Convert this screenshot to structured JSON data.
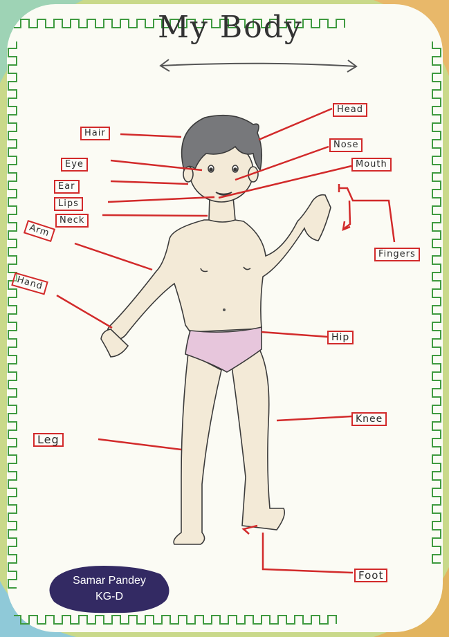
{
  "title": "My Body",
  "labels": {
    "head": "Head",
    "hair": "Hair",
    "nose": "Nose",
    "mouth": "Mouth",
    "eye": "Eye",
    "ear": "Ear",
    "lips": "Lips",
    "neck": "Neck",
    "arm": "Arm",
    "fingers": "Fingers",
    "hand": "Hand",
    "hip": "Hip",
    "knee": "Knee",
    "leg": "Leg",
    "foot": "Foot"
  },
  "badge": {
    "name": "Samar Pandey",
    "class": "KG-D"
  },
  "colors": {
    "label_border": "#d22a2a",
    "pointer_line": "#d22a2a",
    "frame_green": "#3f9a3f",
    "badge_bg": "#332a63",
    "skin": "#f3ead7",
    "hair": "#77787b",
    "underwear": "#e7c6dc"
  }
}
